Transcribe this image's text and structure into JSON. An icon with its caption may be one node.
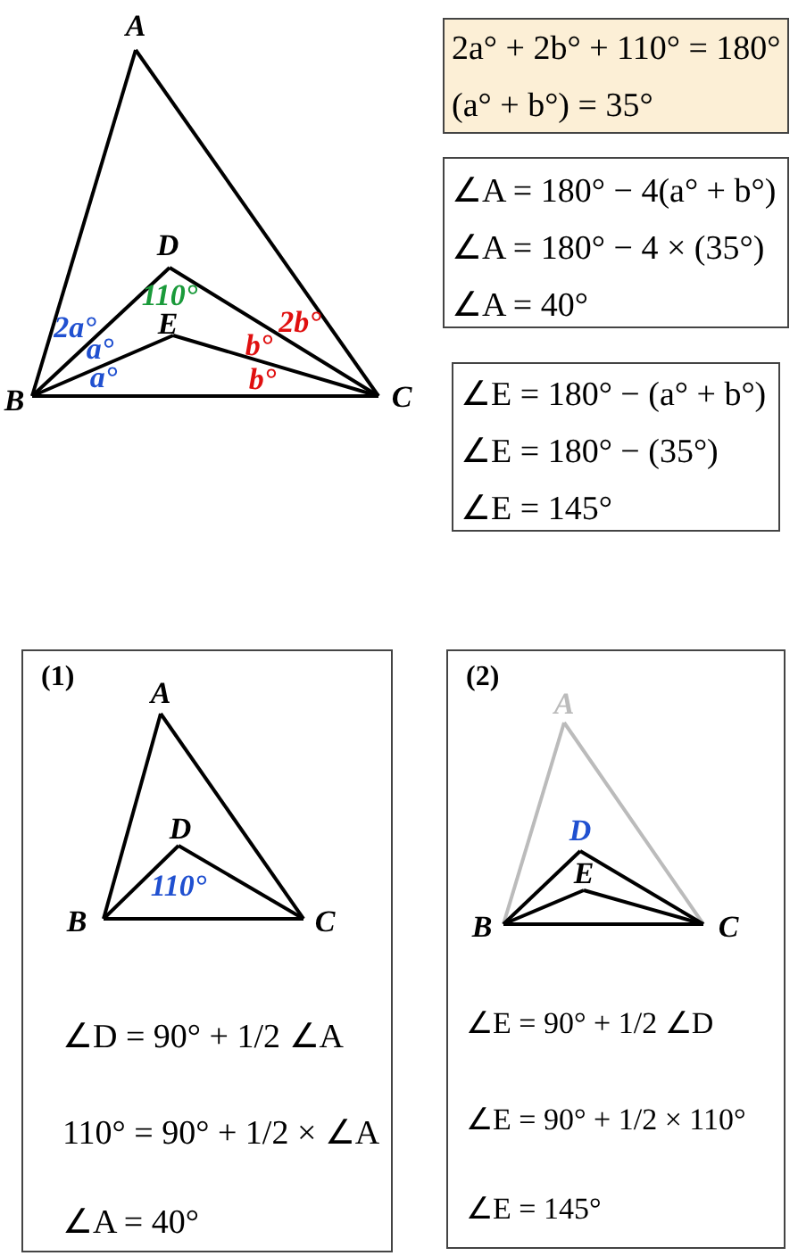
{
  "diagram": {
    "nodes": [
      {
        "text": [
          "2a° + 2b° + 110° = 180°",
          "(a° + b°) = 35°"
        ]
      },
      {
        "text": [
          "∠A = 180° − 4(a° + b°)",
          "∠A = 180° − 4 × (35°)",
          "∠A = 40°"
        ]
      },
      {
        "text": [
          "∠E = 180° − (a° + b°)",
          "∠E = 180° − (35°)",
          "∠E = 145°"
        ]
      },
      {
        "text": [
          "(1)",
          "∠D = 90° + 1/2 ∠A",
          "110° = 90° + 1/2 × ∠A",
          "∠A = 40°"
        ]
      },
      {
        "text": [
          "(2)",
          "∠E = 90° + 1/2 ∠D",
          "∠E = 90° + 1/2 × 110°",
          "∠E = 145°"
        ]
      }
    ],
    "edges": [],
    "labels": [
      "A",
      "D",
      "110°",
      "2a°",
      "E",
      "2b°",
      "a°",
      "b°",
      "B",
      "a°",
      "b°",
      "C",
      "A",
      "D",
      "110°",
      "B",
      "C",
      "A",
      "D",
      "E",
      "B",
      "C"
    ]
  }
}
